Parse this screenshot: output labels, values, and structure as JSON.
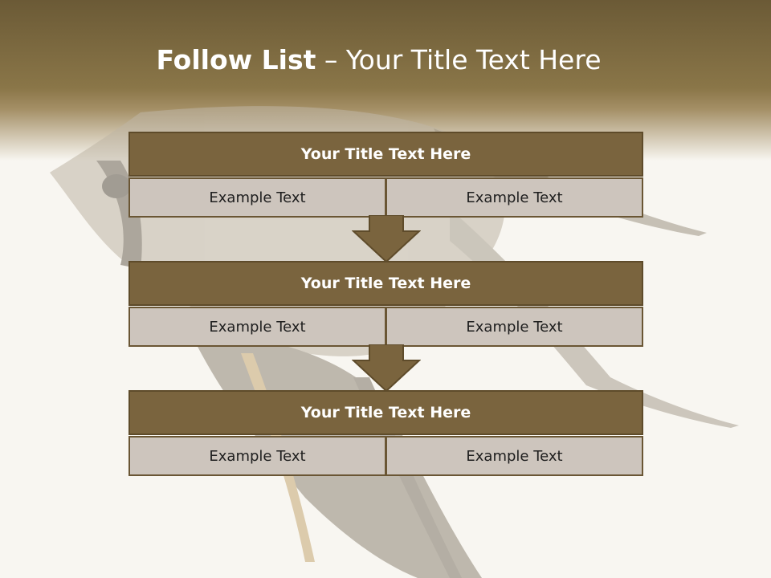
{
  "slide": {
    "title_bold": "Follow List",
    "title_rest": "– Your Title Text Here"
  },
  "blocks": [
    {
      "title": "Your Title Text Here",
      "left": "Example Text",
      "right": "Example Text"
    },
    {
      "title": "Your Title Text Here",
      "left": "Example Text",
      "right": "Example Text"
    },
    {
      "title": "Your Title Text Here",
      "left": "Example Text",
      "right": "Example Text"
    }
  ],
  "colors": {
    "header": "#6b5a36",
    "block_title": "#7a643e",
    "cell": "#cdc5bd",
    "arrow": "#7a643e"
  },
  "icons": [
    "down-arrow-icon",
    "angelfish-illustration"
  ]
}
